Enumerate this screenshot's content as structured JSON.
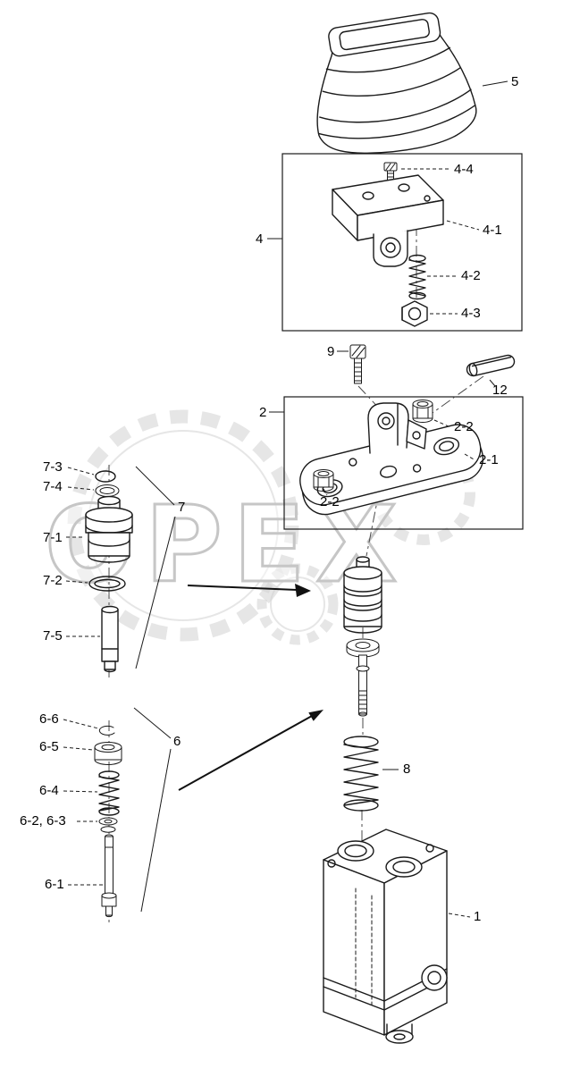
{
  "watermark": {
    "text": "OPEX"
  },
  "labels": {
    "p1": "1",
    "p2": "2",
    "p2_1": "2-1",
    "p2_2a": "2-2",
    "p2_2b": "2-2",
    "p4": "4",
    "p4_1": "4-1",
    "p4_2": "4-2",
    "p4_3": "4-3",
    "p4_4": "4-4",
    "p5": "5",
    "p6": "6",
    "p6_1": "6-1",
    "p6_23": "6-2, 6-3",
    "p6_4": "6-4",
    "p6_5": "6-5",
    "p6_6": "6-6",
    "p7": "7",
    "p7_1": "7-1",
    "p7_2": "7-2",
    "p7_3": "7-3",
    "p7_4": "7-4",
    "p7_5": "7-5",
    "p8": "8",
    "p9": "9",
    "p12": "12"
  },
  "colors": {
    "line": "#1a1a1a",
    "watermark": "#c9c9c9",
    "background": "#ffffff"
  }
}
